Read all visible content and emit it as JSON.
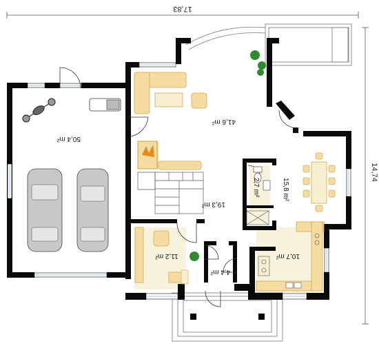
{
  "dimensions": {
    "top": "17,83",
    "right": "14,74"
  },
  "rooms": {
    "garage": "50,4 m²",
    "living": "41,6 m²",
    "hall": "19,3 m²",
    "wc": "2,7 m²",
    "dining": "15,8 m²",
    "office": "11,2 m²",
    "vestibule": "4,4 m²",
    "kitchen": "10,7 m²"
  },
  "colors": {
    "wall": "#0a0a0a",
    "kitchen_floor": "#f6f2dc",
    "furniture": "#f5dca0",
    "furniture_stroke": "#d2a650",
    "car": "#c8c8c8",
    "window": "#9ec7e6",
    "plant": "#2f8a2f"
  },
  "icons": [
    "car-icon",
    "motorcycle-icon",
    "plant-icon",
    "fireplace-icon",
    "sofa-icon",
    "armchair-icon",
    "table-icon",
    "chair-icon",
    "sink-icon",
    "stove-icon",
    "toilet-icon",
    "stairs-icon",
    "door-icon",
    "window-icon"
  ]
}
